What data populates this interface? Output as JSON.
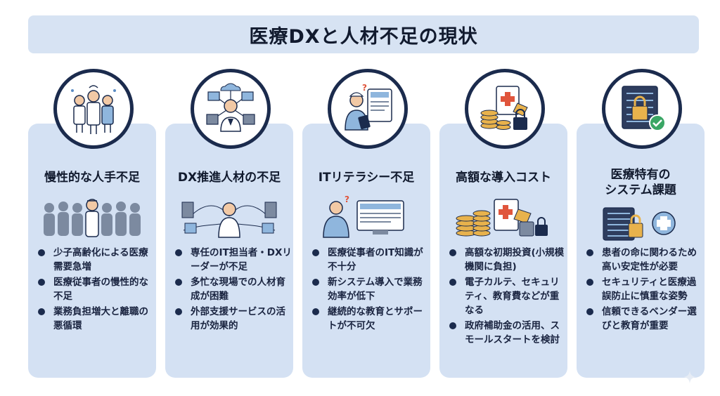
{
  "title": "医療DXと人材不足の現状",
  "columns": [
    {
      "title_lines": [
        "慢性的な人手不足"
      ],
      "icon": "overworked-staff-icon",
      "bullets": [
        "少子高齢化による医療需要急増",
        "医療従事者の慢性的な不足",
        "業務負担増大と離職の悪循環"
      ]
    },
    {
      "title_lines": [
        "DX推進人材の不足"
      ],
      "icon": "network-doctor-icon",
      "bullets": [
        "専任のIT担当者・DXリーダーが不足",
        "多忙な現場での人材育成が困難",
        "外部支援サービスの活用が効果的"
      ]
    },
    {
      "title_lines": [
        "ITリテラシー不足"
      ],
      "icon": "nurse-tablet-icon",
      "bullets": [
        "医療従事者のIT知識が不十分",
        "新システム導入で業務効率が低下",
        "継続的な教育とサポートが不可欠"
      ]
    },
    {
      "title_lines": [
        "高額な導入コスト"
      ],
      "icon": "cost-coins-icon",
      "bullets": [
        "高額な初期投資(小規模機関に負担)",
        "電子カルテ、セキュリティ、教育費などが重なる",
        "政府補助金の活用、スモールスタートを検討"
      ]
    },
    {
      "title_lines": [
        "医療特有の",
        "システム課題"
      ],
      "icon": "secure-server-icon",
      "bullets": [
        "患者の命に関わるため高い安定性が必要",
        "セキュリティと医療過誤防止に慎重な姿勢",
        "信頼できるベンダー選びと教育が重要"
      ]
    }
  ]
}
